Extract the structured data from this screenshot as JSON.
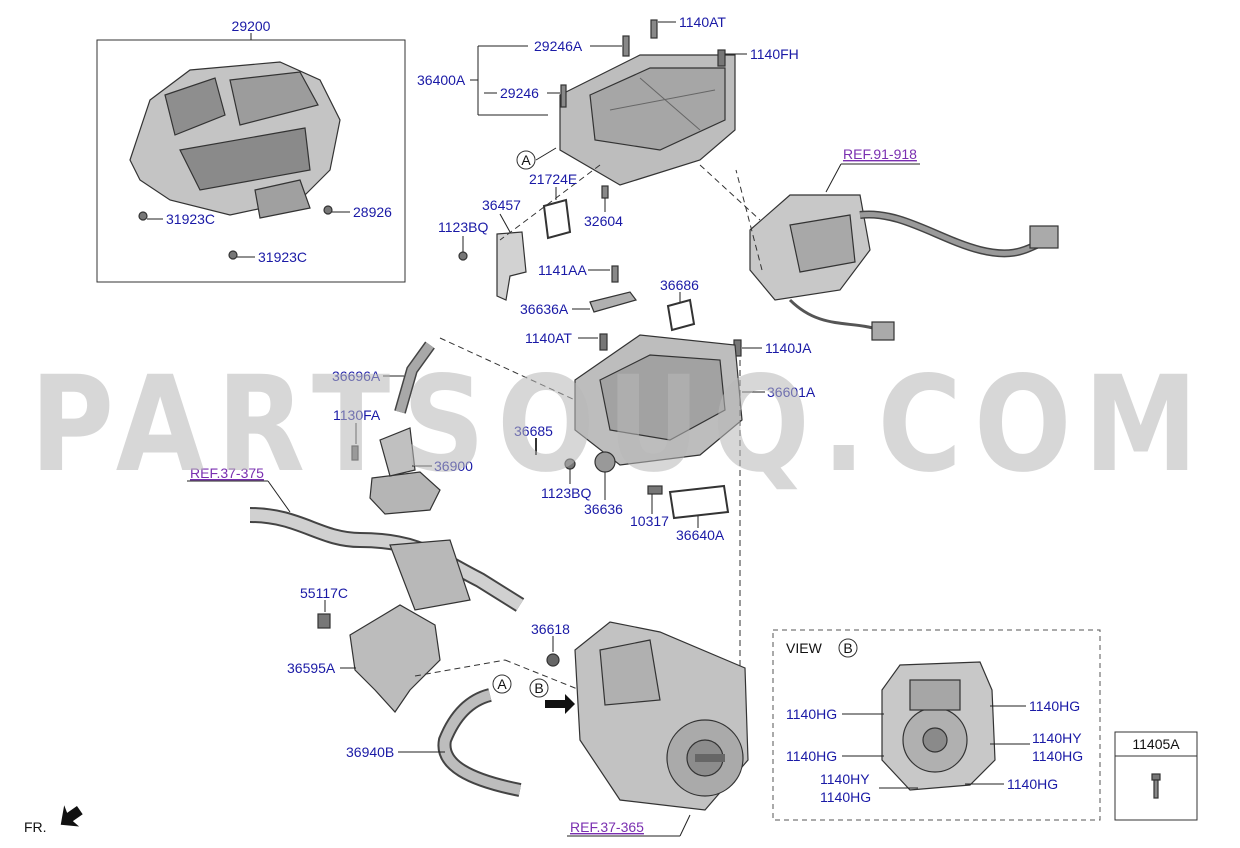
{
  "watermark": "PARTSOUQ.COM",
  "fr_label": "FR.",
  "view_box": {
    "title": "VIEW",
    "circle": "B"
  },
  "refs": {
    "r91918": "REF.91-918",
    "r37375": "REF.37-375",
    "r37365": "REF.37-365"
  },
  "circles": {
    "a1": "A",
    "a2": "A",
    "b1": "B"
  },
  "labels": {
    "p29200": "29200",
    "p31923c_a": "31923C",
    "p31923c_b": "31923C",
    "p28926": "28926",
    "p29246a": "29246A",
    "p29246": "29246",
    "p36400a": "36400A",
    "p1140at_a": "1140AT",
    "p1140fh": "1140FH",
    "p21724e": "21724E",
    "p32604": "32604",
    "p36457": "36457",
    "p1123bq_a": "1123BQ",
    "p1141aa": "1141AA",
    "p36636a": "36636A",
    "p36686": "36686",
    "p1140at_b": "1140AT",
    "p1140ja": "1140JA",
    "p36601a": "36601A",
    "p36696a": "36696A",
    "p1130fa": "1130FA",
    "p36685": "36685",
    "p36900": "36900",
    "p1123bq_b": "1123BQ",
    "p36636": "36636",
    "p10317": "10317",
    "p36640a": "36640A",
    "p55117c": "55117C",
    "p36618": "36618",
    "p36595a": "36595A",
    "p36940b": "36940B",
    "v1140hg_1": "1140HG",
    "v1140hg_2": "1140HG",
    "v1140hg_3": "1140HG",
    "v1140hy_1": "1140HY",
    "v1140hg_4": "1140HG",
    "v1140hy_2": "1140HY",
    "v1140hg_5": "1140HG",
    "v1140hg_6": "1140HG",
    "p11405a": "11405A"
  }
}
